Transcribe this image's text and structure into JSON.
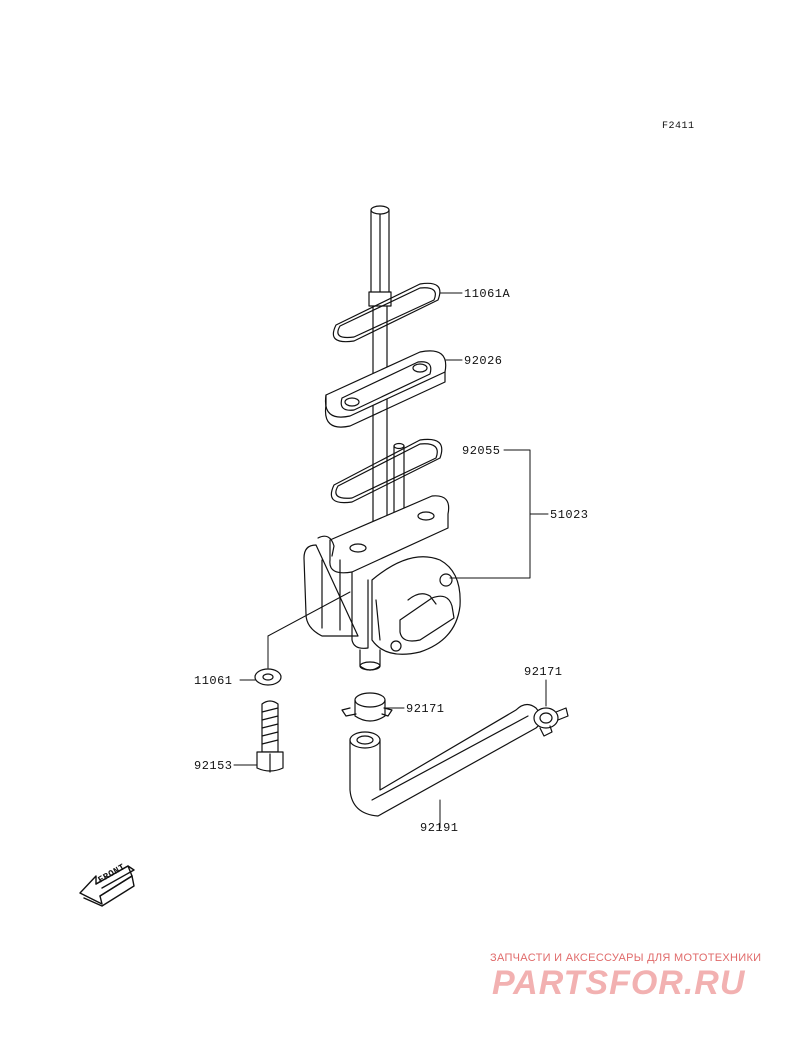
{
  "figure_code": "F2411",
  "callouts": [
    {
      "id": "c1",
      "text": "11061A"
    },
    {
      "id": "c2",
      "text": "92026"
    },
    {
      "id": "c3",
      "text": "92055"
    },
    {
      "id": "c4",
      "text": "51023"
    },
    {
      "id": "c5",
      "text": "11061"
    },
    {
      "id": "c6",
      "text": "92171"
    },
    {
      "id": "c7",
      "text": "92171"
    },
    {
      "id": "c8",
      "text": "92153"
    },
    {
      "id": "c9",
      "text": "92191"
    }
  ],
  "front_arrow_text": "FRONT",
  "watermark": {
    "tagline": "ЗАПЧАСТИ И АКСЕССУАРЫ ДЛЯ МОТОТЕХНИКИ",
    "brand": "PARTSFOR.RU"
  },
  "colors": {
    "line": "#111111",
    "watermark": "#e06a6a"
  }
}
